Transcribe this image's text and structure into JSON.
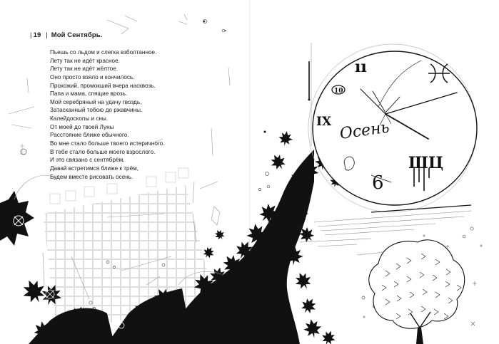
{
  "page": {
    "number": "19",
    "title": "Мой Сентябрь."
  },
  "poem": {
    "lines": [
      "Пьешь со льдом и слегка взболтанное.",
      "Лету так не идёт красное.",
      "Лету так не идёт жёлтое.",
      "Оно просто взяло и кончилось.",
      "Прохожий, промокший вчера насквозь.",
      "Папа и мама, спящие врозь.",
      "Мой серебряный на удачу гвоздь,",
      "Затасканный тобою до ржавчины.",
      "Калейдоскопы и сны.",
      "От моей до твоей Луны",
      "Расстояние ближе обычного.",
      "Во мне стало больше твоего истеричного.",
      "В тебе стало больше моего взрослого.",
      "И это связано с сентябрём.",
      "Давай встретимся ближе к трём,",
      "Будем вместе рисовать осень."
    ]
  },
  "clock": {
    "numerals": {
      "eleven": "ıı",
      "ten": "10",
      "nine": "IX",
      "six": "6",
      "three": "ШЦ"
    },
    "script_word": "Осень"
  },
  "colors": {
    "ink": "#111111",
    "paper": "#ffffff",
    "line_gray": "#9a9a9a",
    "grid_gray": "#c8c8c8"
  }
}
